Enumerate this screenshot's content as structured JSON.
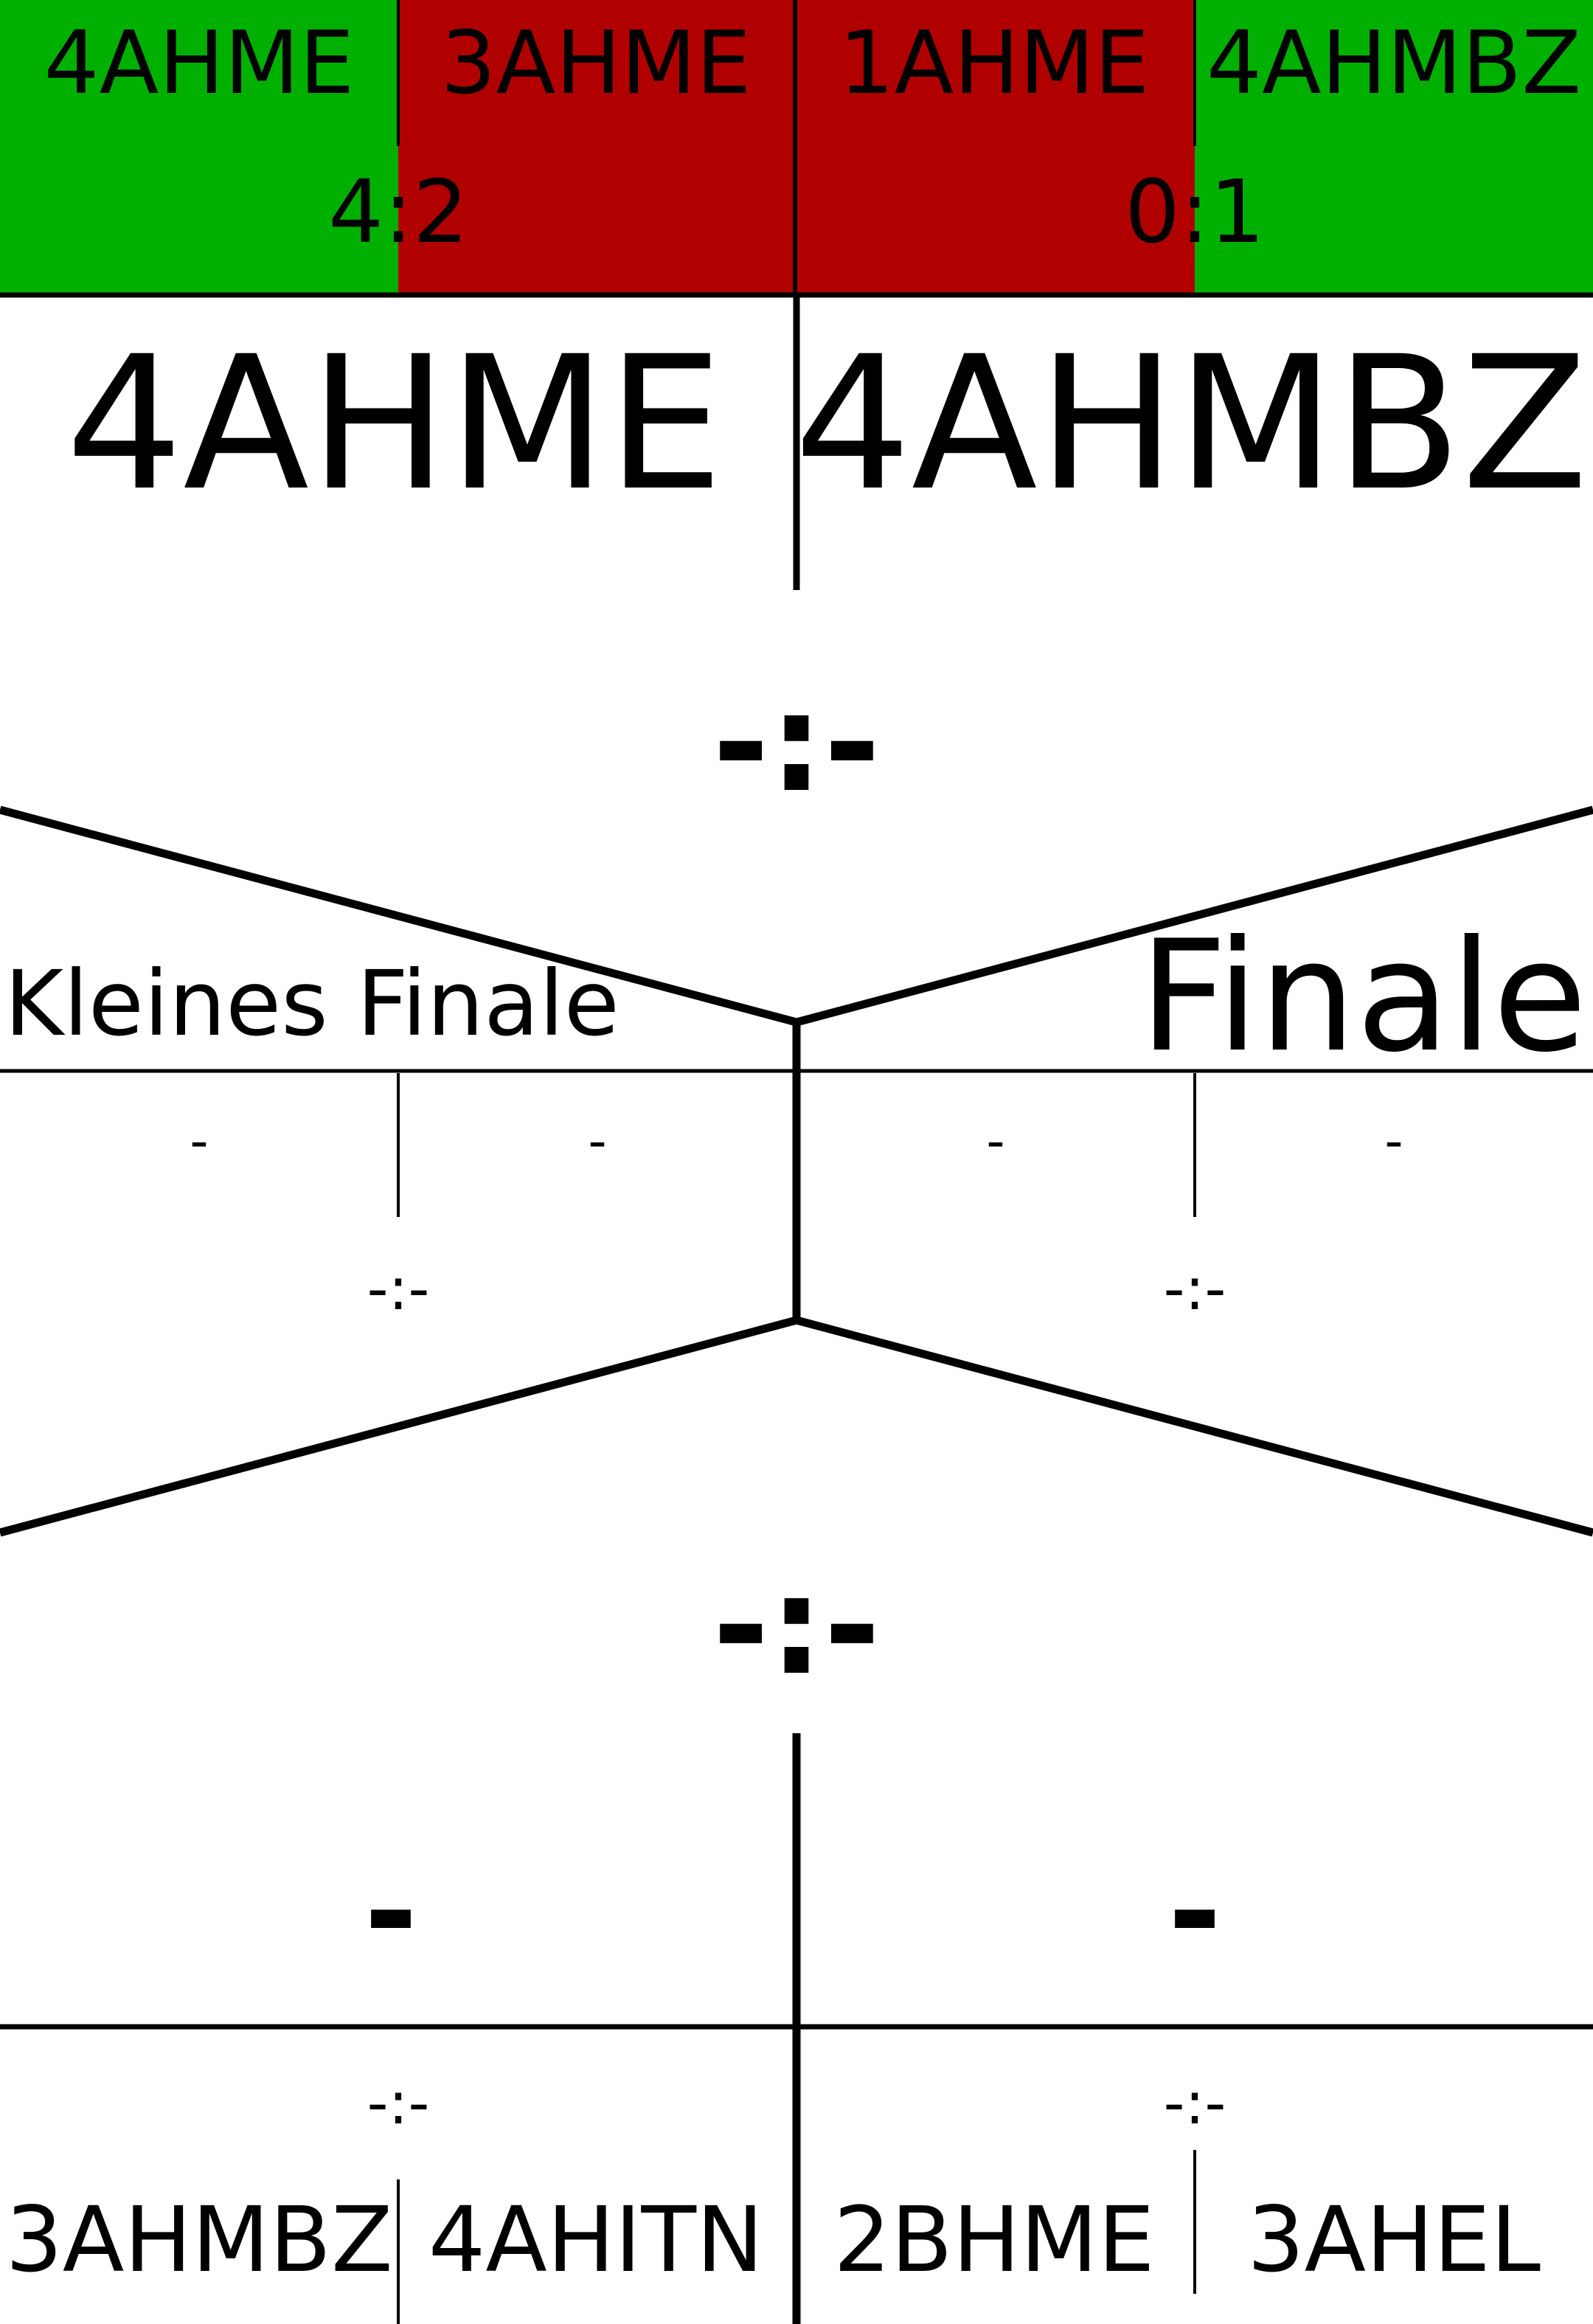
{
  "colors": {
    "win": "#00b000",
    "loss": "#b00000",
    "line": "#000000"
  },
  "semifinals": [
    {
      "home": "4AHME",
      "away": "3AHME",
      "score": "4:2",
      "winner": "home"
    },
    {
      "home": "1AHME",
      "away": "4AHMBZ",
      "score": "0:1",
      "winner": "away"
    }
  ],
  "final": {
    "label": "Finale",
    "home": "4AHME",
    "away": "4AHMBZ",
    "score": "-:-",
    "sub_home": "-",
    "sub_away": "-",
    "sub_score": "-:-"
  },
  "small_final": {
    "label": "Kleines Finale",
    "home": "-",
    "away": "-",
    "score": "-:-",
    "sub_score": "-:-"
  },
  "bottom": {
    "center_score": "-:-",
    "left_big": "-",
    "right_big": "-",
    "left_score": "-:-",
    "right_score": "-:-",
    "teams": [
      "3AHMBZ",
      "4AHITN",
      "2BHME",
      "3AHEL"
    ]
  }
}
